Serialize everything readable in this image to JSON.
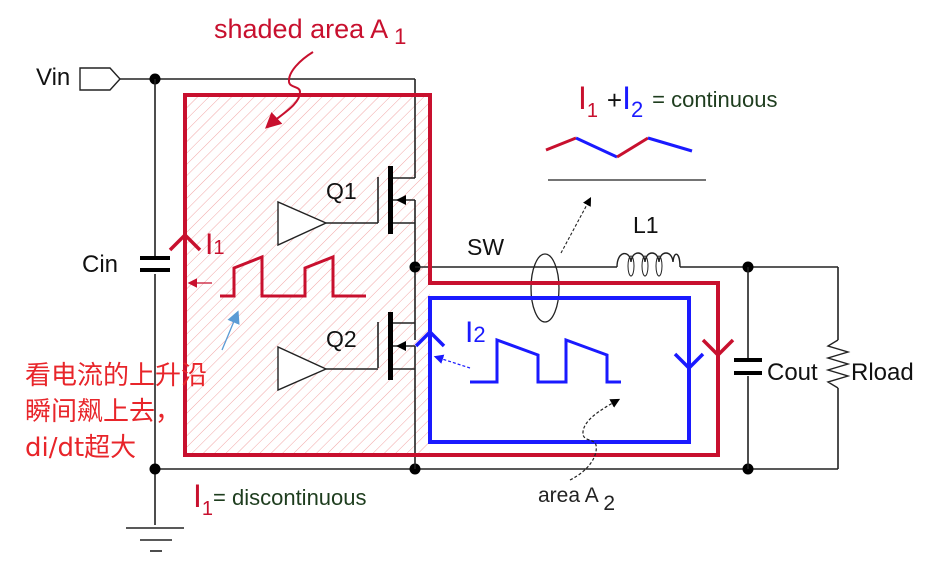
{
  "title_annotation": {
    "text": "shaded area A",
    "subscript": "1",
    "color": "#c8102e"
  },
  "labels": {
    "vin": "Vin",
    "cin": "Cin",
    "q1": "Q1",
    "q2": "Q2",
    "sw": "SW",
    "l1": "L1",
    "cout": "Cout",
    "rload": "Rload"
  },
  "currents": {
    "i1": {
      "letter": "I",
      "sub": "1",
      "color": "#c8102e"
    },
    "i2": {
      "letter": "I",
      "sub": "2",
      "color": "#1a1aff"
    }
  },
  "sum_equation": {
    "i1_letter": "I",
    "i1_sub": "1",
    "plus": "+",
    "i2_letter": "I",
    "i2_sub": "2",
    "rhs": "= continuous",
    "rhs_color": "#1e3d1e"
  },
  "i1_equation": {
    "letter": "I",
    "sub": "1",
    "rhs": "= discontinuous",
    "rhs_color": "#1e3d1e"
  },
  "area2_label": {
    "text": "area A",
    "subscript": "2"
  },
  "chinese_note": {
    "lines": [
      "看电流的上升沿",
      "瞬间飙上去，",
      "di/dt超大"
    ],
    "color": "#e8252a"
  },
  "colors": {
    "loop1": "#c8102e",
    "loop2": "#1a1aff",
    "hatch": "#f0a0a0",
    "wire": "#222222"
  }
}
